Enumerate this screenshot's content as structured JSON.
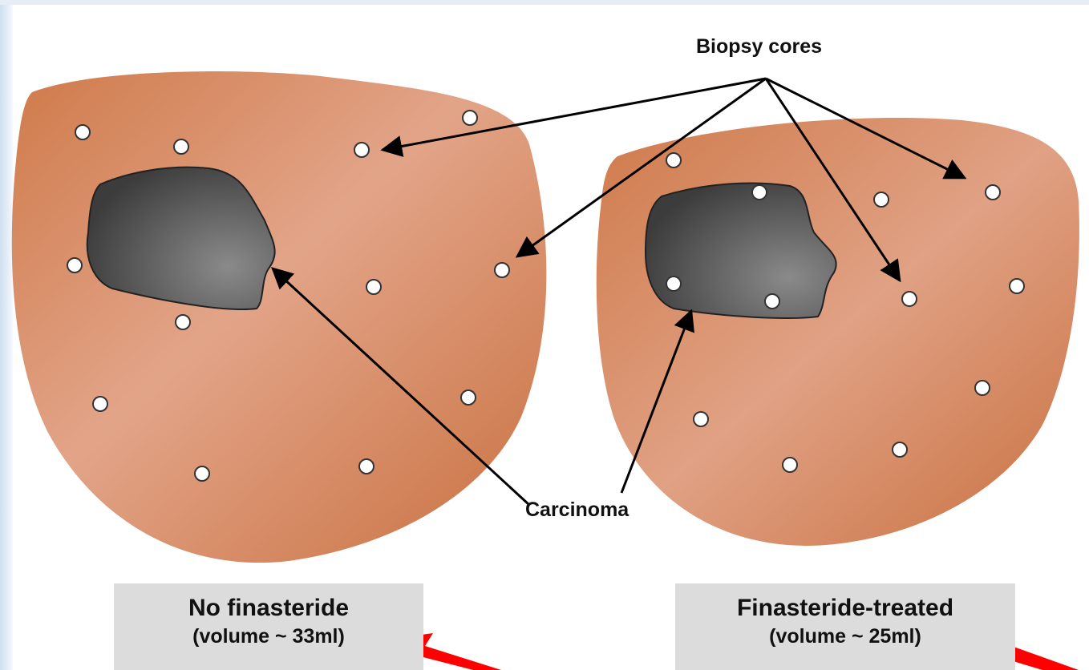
{
  "callouts": {
    "biopsy_cores": "Biopsy cores",
    "carcinoma": "Carcinoma"
  },
  "panels": [
    {
      "title": "No finasteride",
      "volume": "(volume ~ 33ml)"
    },
    {
      "title": "Finasteride-treated",
      "volume": "(volume ~ 25ml)"
    }
  ],
  "colors": {
    "gland_dark": "#cf7a4a",
    "gland_light": "#e2a488",
    "carcinoma_dark": "#3c3c3c",
    "carcinoma_light": "#8a8a8a",
    "label_bg": "#dcdcdc",
    "pointer_arrow": "#ff0000"
  }
}
